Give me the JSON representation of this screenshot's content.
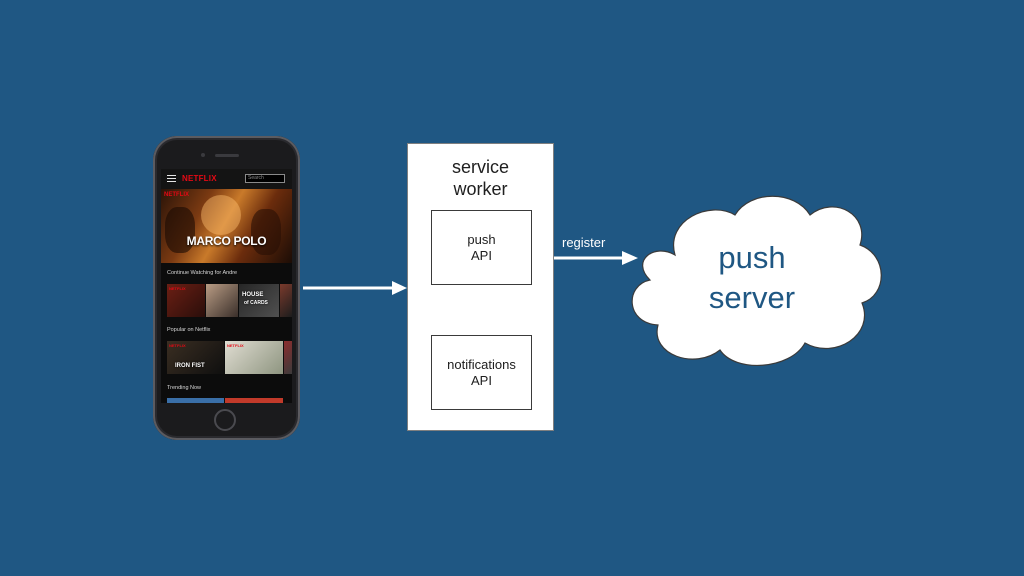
{
  "phone": {
    "app_logo": "NETFLIX",
    "search_placeholder": "Search",
    "hero_badge": "NETFLIX",
    "hero_title": "MARCO POLO",
    "rows": [
      {
        "label": "Continue Watching for Andre"
      },
      {
        "label": "Popular on Netflix"
      },
      {
        "label": "Trending Now"
      }
    ],
    "thumbnails": {
      "house_of_cards_line1": "HOUSE",
      "house_of_cards_line2": "of CARDS",
      "iron_fist": "IRON FIST",
      "netflix_tag": "NETFLIX"
    }
  },
  "service_worker": {
    "title_line1": "service",
    "title_line2": "worker",
    "push_api_line1": "push",
    "push_api_line2": "API",
    "notifications_api_line1": "notifications",
    "notifications_api_line2": "API"
  },
  "connection": {
    "register_label": "register"
  },
  "push_server": {
    "line1": "push",
    "line2": "server"
  },
  "colors": {
    "background": "#1f5783",
    "arrow_dark": "#1f5783",
    "arrow_light": "#ffffff",
    "netflix_red": "#e50914"
  }
}
